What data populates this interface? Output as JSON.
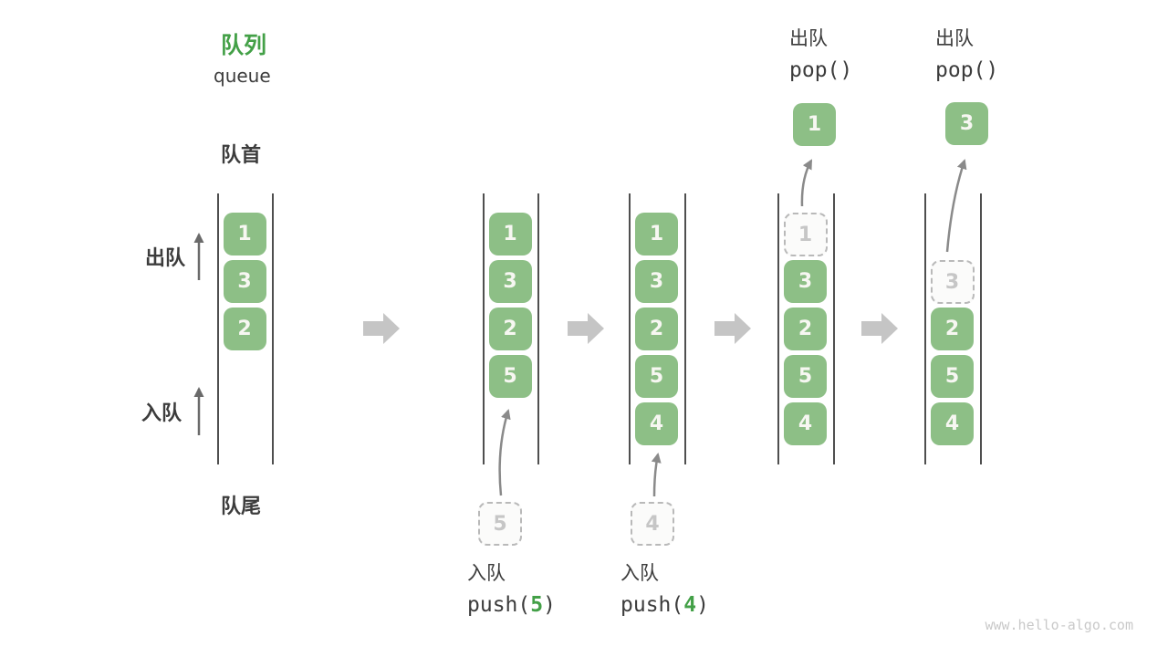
{
  "title": {
    "zh": "队列",
    "en": "queue"
  },
  "side_labels": {
    "front": "队首",
    "rear": "队尾",
    "dequeue": "出队",
    "enqueue": "入队"
  },
  "watermark": "www.hello-algo.com",
  "colors": {
    "box_green": "#8DBF86",
    "accent_green": "#43A047",
    "block_arrow_gray": "#C5C5C5",
    "wall_gray": "#4F4F4F",
    "text_dark": "#3C3C3C",
    "ghost_border": "#B9B9B9",
    "ghost_text": "#C6C6C6",
    "watermark_gray": "#C9C9C9"
  },
  "queue_states": [
    {
      "name": "state-1",
      "boxes": [
        {
          "value": "1",
          "row": 1,
          "kind": "solid"
        },
        {
          "value": "3",
          "row": 2,
          "kind": "solid"
        },
        {
          "value": "2",
          "row": 3,
          "kind": "solid"
        }
      ]
    },
    {
      "name": "state-2",
      "boxes": [
        {
          "value": "1",
          "row": 1,
          "kind": "solid"
        },
        {
          "value": "3",
          "row": 2,
          "kind": "solid"
        },
        {
          "value": "2",
          "row": 3,
          "kind": "solid"
        },
        {
          "value": "5",
          "row": 4,
          "kind": "solid"
        }
      ]
    },
    {
      "name": "state-3",
      "boxes": [
        {
          "value": "1",
          "row": 1,
          "kind": "solid"
        },
        {
          "value": "3",
          "row": 2,
          "kind": "solid"
        },
        {
          "value": "2",
          "row": 3,
          "kind": "solid"
        },
        {
          "value": "5",
          "row": 4,
          "kind": "solid"
        },
        {
          "value": "4",
          "row": 5,
          "kind": "solid"
        }
      ]
    },
    {
      "name": "state-4",
      "boxes": [
        {
          "value": "1",
          "row": 1,
          "kind": "dashed"
        },
        {
          "value": "3",
          "row": 2,
          "kind": "solid"
        },
        {
          "value": "2",
          "row": 3,
          "kind": "solid"
        },
        {
          "value": "5",
          "row": 4,
          "kind": "solid"
        },
        {
          "value": "4",
          "row": 5,
          "kind": "solid"
        }
      ]
    },
    {
      "name": "state-5",
      "boxes": [
        {
          "value": "3",
          "row": 2,
          "kind": "dashed"
        },
        {
          "value": "2",
          "row": 3,
          "kind": "solid"
        },
        {
          "value": "5",
          "row": 4,
          "kind": "solid"
        },
        {
          "value": "4",
          "row": 5,
          "kind": "solid"
        }
      ]
    }
  ],
  "popped_boxes": [
    {
      "value": "1",
      "above_state": 4
    },
    {
      "value": "3",
      "above_state": 5
    }
  ],
  "staged_boxes": [
    {
      "value": "5",
      "below_state": 2
    },
    {
      "value": "4",
      "below_state": 3
    }
  ],
  "operations": [
    {
      "kind": "push",
      "label": "入队",
      "code_parts": [
        "push(",
        "5",
        ")"
      ],
      "state": 2
    },
    {
      "kind": "push",
      "label": "入队",
      "code_parts": [
        "push(",
        "4",
        ")"
      ],
      "state": 3
    },
    {
      "kind": "pop",
      "label": "出队",
      "code_parts": [
        "pop()"
      ],
      "state": 4
    },
    {
      "kind": "pop",
      "label": "出队",
      "code_parts": [
        "pop()"
      ],
      "state": 5
    }
  ]
}
